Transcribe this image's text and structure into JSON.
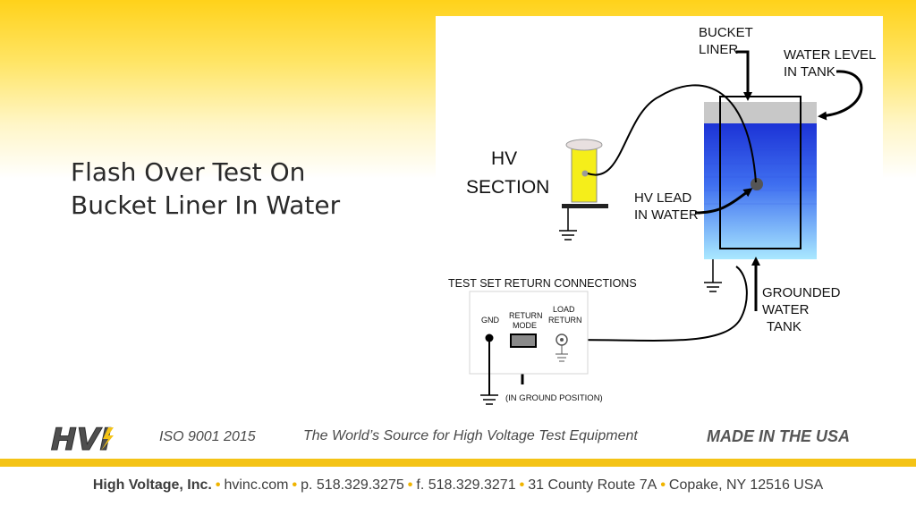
{
  "slide": {
    "title_line1": "Flash Over Test On",
    "title_line2": "Bucket Liner In Water"
  },
  "diagram": {
    "labels": {
      "bucket_liner_1": "BUCKET",
      "bucket_liner_2": "LINER",
      "water_level_1": "WATER LEVEL",
      "water_level_2": "IN TANK",
      "hv_section_1": "HV",
      "hv_section_2": "SECTION",
      "hv_lead_1": "HV LEAD",
      "hv_lead_2": "IN WATER",
      "grounded_1": "GROUNDED",
      "grounded_2": "WATER",
      "grounded_3": "TANK",
      "return_connections": "TEST SET RETURN CONNECTIONS",
      "gnd": "GND",
      "return_mode_1": "RETURN",
      "return_mode_2": "MODE",
      "load_return_1": "LOAD",
      "load_return_2": "RETURN",
      "ground_position": "(IN GROUND  POSITION)"
    },
    "colors": {
      "water_top": "#1c33d6",
      "water_bottom": "#a9e8ff",
      "hv_cylinder": "#f5ee1a",
      "air_gap": "#c8c8c8"
    }
  },
  "footer": {
    "logo_text": "HVI",
    "iso": "ISO 9001 2015",
    "tagline": "The World’s Source for High Voltage Test Equipment",
    "made_in": "MADE IN THE USA"
  },
  "contact": {
    "company": "High Voltage, Inc.",
    "website": "hvinc.com",
    "phone": "p. 518.329.3275",
    "fax": "f. 518.329.3271",
    "address": "31 County Route 7A",
    "city": "Copake, NY 12516 USA"
  }
}
